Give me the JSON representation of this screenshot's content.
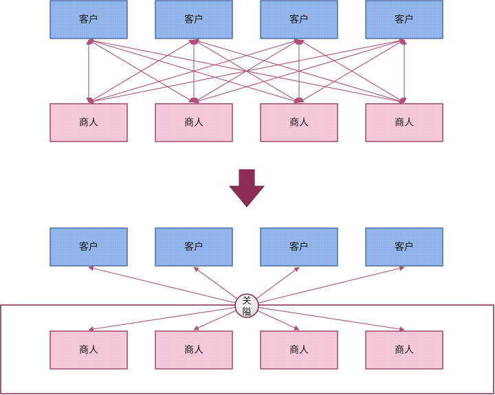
{
  "before": {
    "customer_label": "客户",
    "merchant_label": "商人",
    "customers": [
      "客户",
      "客户",
      "客户",
      "客户"
    ],
    "merchants": [
      "商人",
      "商人",
      "商人",
      "商人"
    ]
  },
  "after": {
    "customers": [
      "客户",
      "客户",
      "客户",
      "客户"
    ],
    "merchants": [
      "商人",
      "商人",
      "商人",
      "商人"
    ],
    "hub": {
      "line1": "关",
      "line2": "隘"
    }
  },
  "colors": {
    "customer_fill": "#8fb4ea",
    "customer_stroke": "#4a6fa8",
    "merchant_fill": "#f4c6d8",
    "merchant_stroke": "#9b4a6b",
    "connector": "#b0507a",
    "big_arrow": "#8e2e58",
    "frame": "#7a2a4c"
  }
}
